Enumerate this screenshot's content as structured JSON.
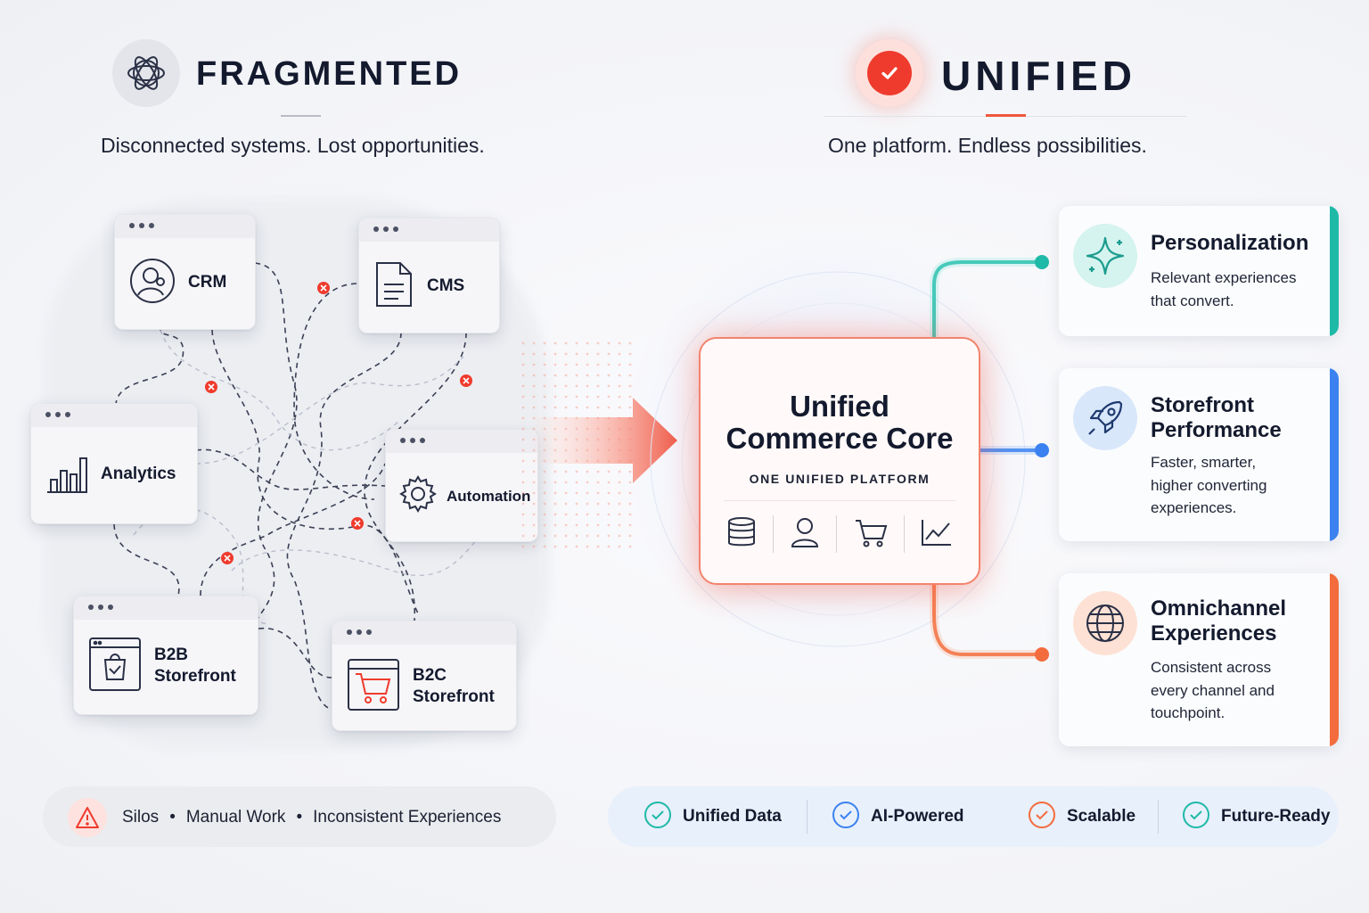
{
  "left": {
    "title": "FRAGMENTED",
    "subtitle": "Disconnected systems. Lost opportunities.",
    "systems": {
      "crm": "CRM",
      "cms": "CMS",
      "analytics": "Analytics",
      "automation": "Automation",
      "b2b_line1": "B2B",
      "b2b_line2": "Storefront",
      "b2c_line1": "B2C",
      "b2c_line2": "Storefront"
    },
    "issues": [
      "Silos",
      "Manual Work",
      "Inconsistent Experiences"
    ],
    "separator": "•"
  },
  "right": {
    "title": "UNIFIED",
    "subtitle": "One platform. Endless possibilities.",
    "core": {
      "title_line1": "Unified",
      "title_line2": "Commerce Core",
      "subtitle": "ONE UNIFIED PLATFORM",
      "icons": [
        "database-icon",
        "user-icon",
        "cart-icon",
        "chart-icon"
      ]
    },
    "features": [
      {
        "title_line1": "Personalization",
        "title_line2": "",
        "desc": [
          "Relevant experiences",
          "that convert."
        ],
        "color": "#1fb9a8"
      },
      {
        "title_line1": "Storefront",
        "title_line2": "Performance",
        "desc": [
          "Faster, smarter,",
          "higher converting",
          "experiences."
        ],
        "color": "#3b82f0"
      },
      {
        "title_line1": "Omnichannel",
        "title_line2": "Experiences",
        "desc": [
          "Consistent across",
          "every channel and",
          "touchpoint."
        ],
        "color": "#f36c3d"
      }
    ],
    "benefits": [
      {
        "label": "Unified Data",
        "color": "#1fb9a8"
      },
      {
        "label": "AI-Powered",
        "color": "#3b82f0"
      },
      {
        "label": "Scalable",
        "color": "#f36c3d"
      },
      {
        "label": "Future-Ready",
        "color": "#1fb9a8"
      }
    ]
  },
  "colors": {
    "accent_red": "#ef3b2d",
    "teal": "#1fb9a8",
    "blue": "#3b82f0",
    "orange": "#f36c3d"
  }
}
